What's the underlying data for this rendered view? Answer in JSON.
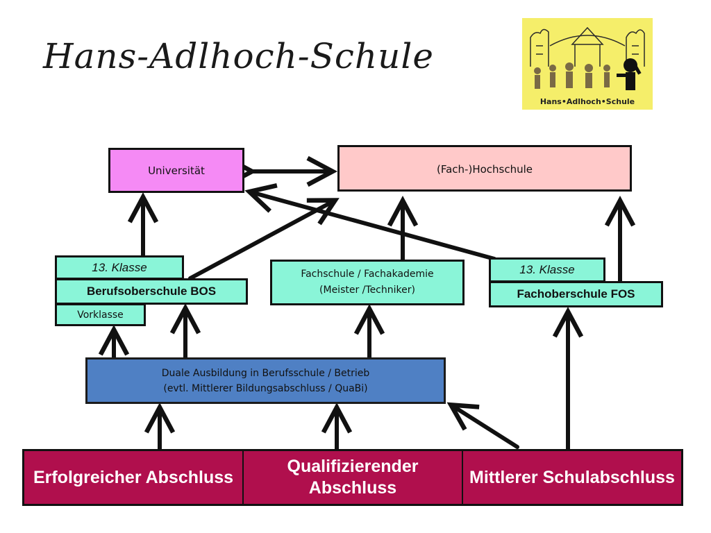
{
  "title": "Hans-Adlhoch-Schule",
  "logo": {
    "text": "Hans•Adlhoch•Schule",
    "background": "#f5ee6a"
  },
  "boxes": {
    "universitaet": "Universität",
    "fachhochschule": "(Fach-)Hochschule",
    "bos_13": "13. Klasse",
    "bos": "Berufsoberschule BOS",
    "vorklasse": "Vorklasse",
    "fachschule_line1": "Fachschule / Fachakademie",
    "fachschule_line2": "(Meister /Techniker)",
    "fos_13": "13. Klasse",
    "fos": "Fachoberschule FOS",
    "duale_line1": "Duale Ausbildung in Berufsschule / Betrieb",
    "duale_line2": "(evtl. Mittlerer Bildungsabschluss / QuaBi)"
  },
  "abschluesse": [
    {
      "line1": "Erfolgreicher",
      "line2": "Abschluss"
    },
    {
      "line1": "Qualifizierender",
      "line2": "Abschluss"
    },
    {
      "line1": "Mittlerer",
      "line2": "Schulabschluss"
    }
  ],
  "colors": {
    "universitaet": "#f58af5",
    "fachhochschule": "#ffc9c9",
    "schools": "#8af5d8",
    "duale": "#4f80c4",
    "abschluss": "#b00f4d"
  }
}
